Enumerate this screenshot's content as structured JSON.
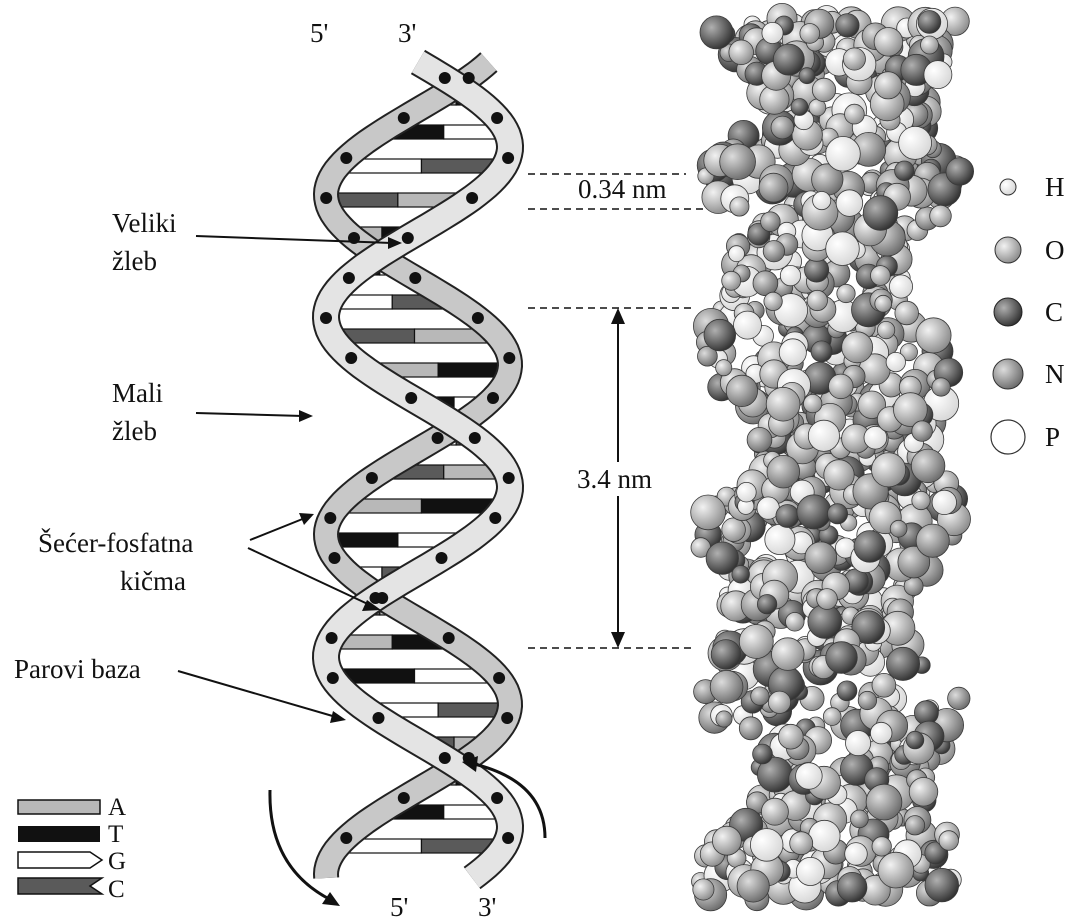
{
  "strand_ends": {
    "top_left": "5'",
    "top_right": "3'",
    "bottom_left": "5'",
    "bottom_right": "3'"
  },
  "labels": {
    "major_groove": [
      "Veliki",
      "žleb"
    ],
    "minor_groove": [
      "Mali",
      "žleb"
    ],
    "backbone": [
      "Šećer-fosfatna",
      "kičma"
    ],
    "base_pairs": "Parovi baza"
  },
  "measurements": {
    "base_pair_rise": "0.34 nm",
    "helix_pitch": "3.4 nm"
  },
  "base_legend": [
    {
      "label": "A",
      "color": "#b8b8b8"
    },
    {
      "label": "T",
      "color": "#111111"
    },
    {
      "label": "G",
      "color": "#ffffff"
    },
    {
      "label": "C",
      "color": "#5a5a5a"
    }
  ],
  "atom_legend": [
    {
      "label": "H",
      "color": "#ffffff"
    },
    {
      "label": "O",
      "color": "#c8c8c8"
    },
    {
      "label": "C",
      "color": "#5c5c5c"
    },
    {
      "label": "N",
      "color": "#9a9a9a"
    },
    {
      "label": "P",
      "color": "#ffffff"
    }
  ]
}
